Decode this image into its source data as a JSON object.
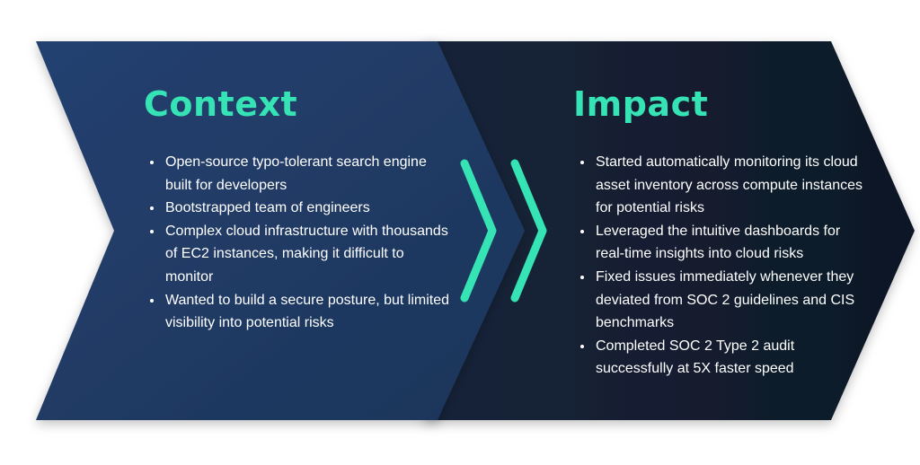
{
  "colors": {
    "left_panel": "#203a63",
    "right_panel": "#121d2c",
    "accent": "#36e3b4"
  },
  "context": {
    "title": "Context",
    "bullets": [
      "Open-source typo-tolerant search engine built for developers",
      "Bootstrapped team of engineers",
      "Complex cloud infrastructure with thousands of EC2 instances, making it difficult to monitor",
      "Wanted to build a secure posture, but limited visibility into potential risks"
    ]
  },
  "impact": {
    "title": "Impact",
    "bullets": [
      "Started automatically monitoring  its cloud asset inventory across compute instances for potential risks",
      "Leveraged the intuitive dashboards for real-time insights into cloud risks",
      "Fixed issues immediately whenever they deviated from SOC 2 guidelines and CIS benchmarks",
      "Completed SOC 2 Type 2 audit successfully at 5X faster speed"
    ]
  },
  "divider_icon": "double-chevron-right-icon"
}
